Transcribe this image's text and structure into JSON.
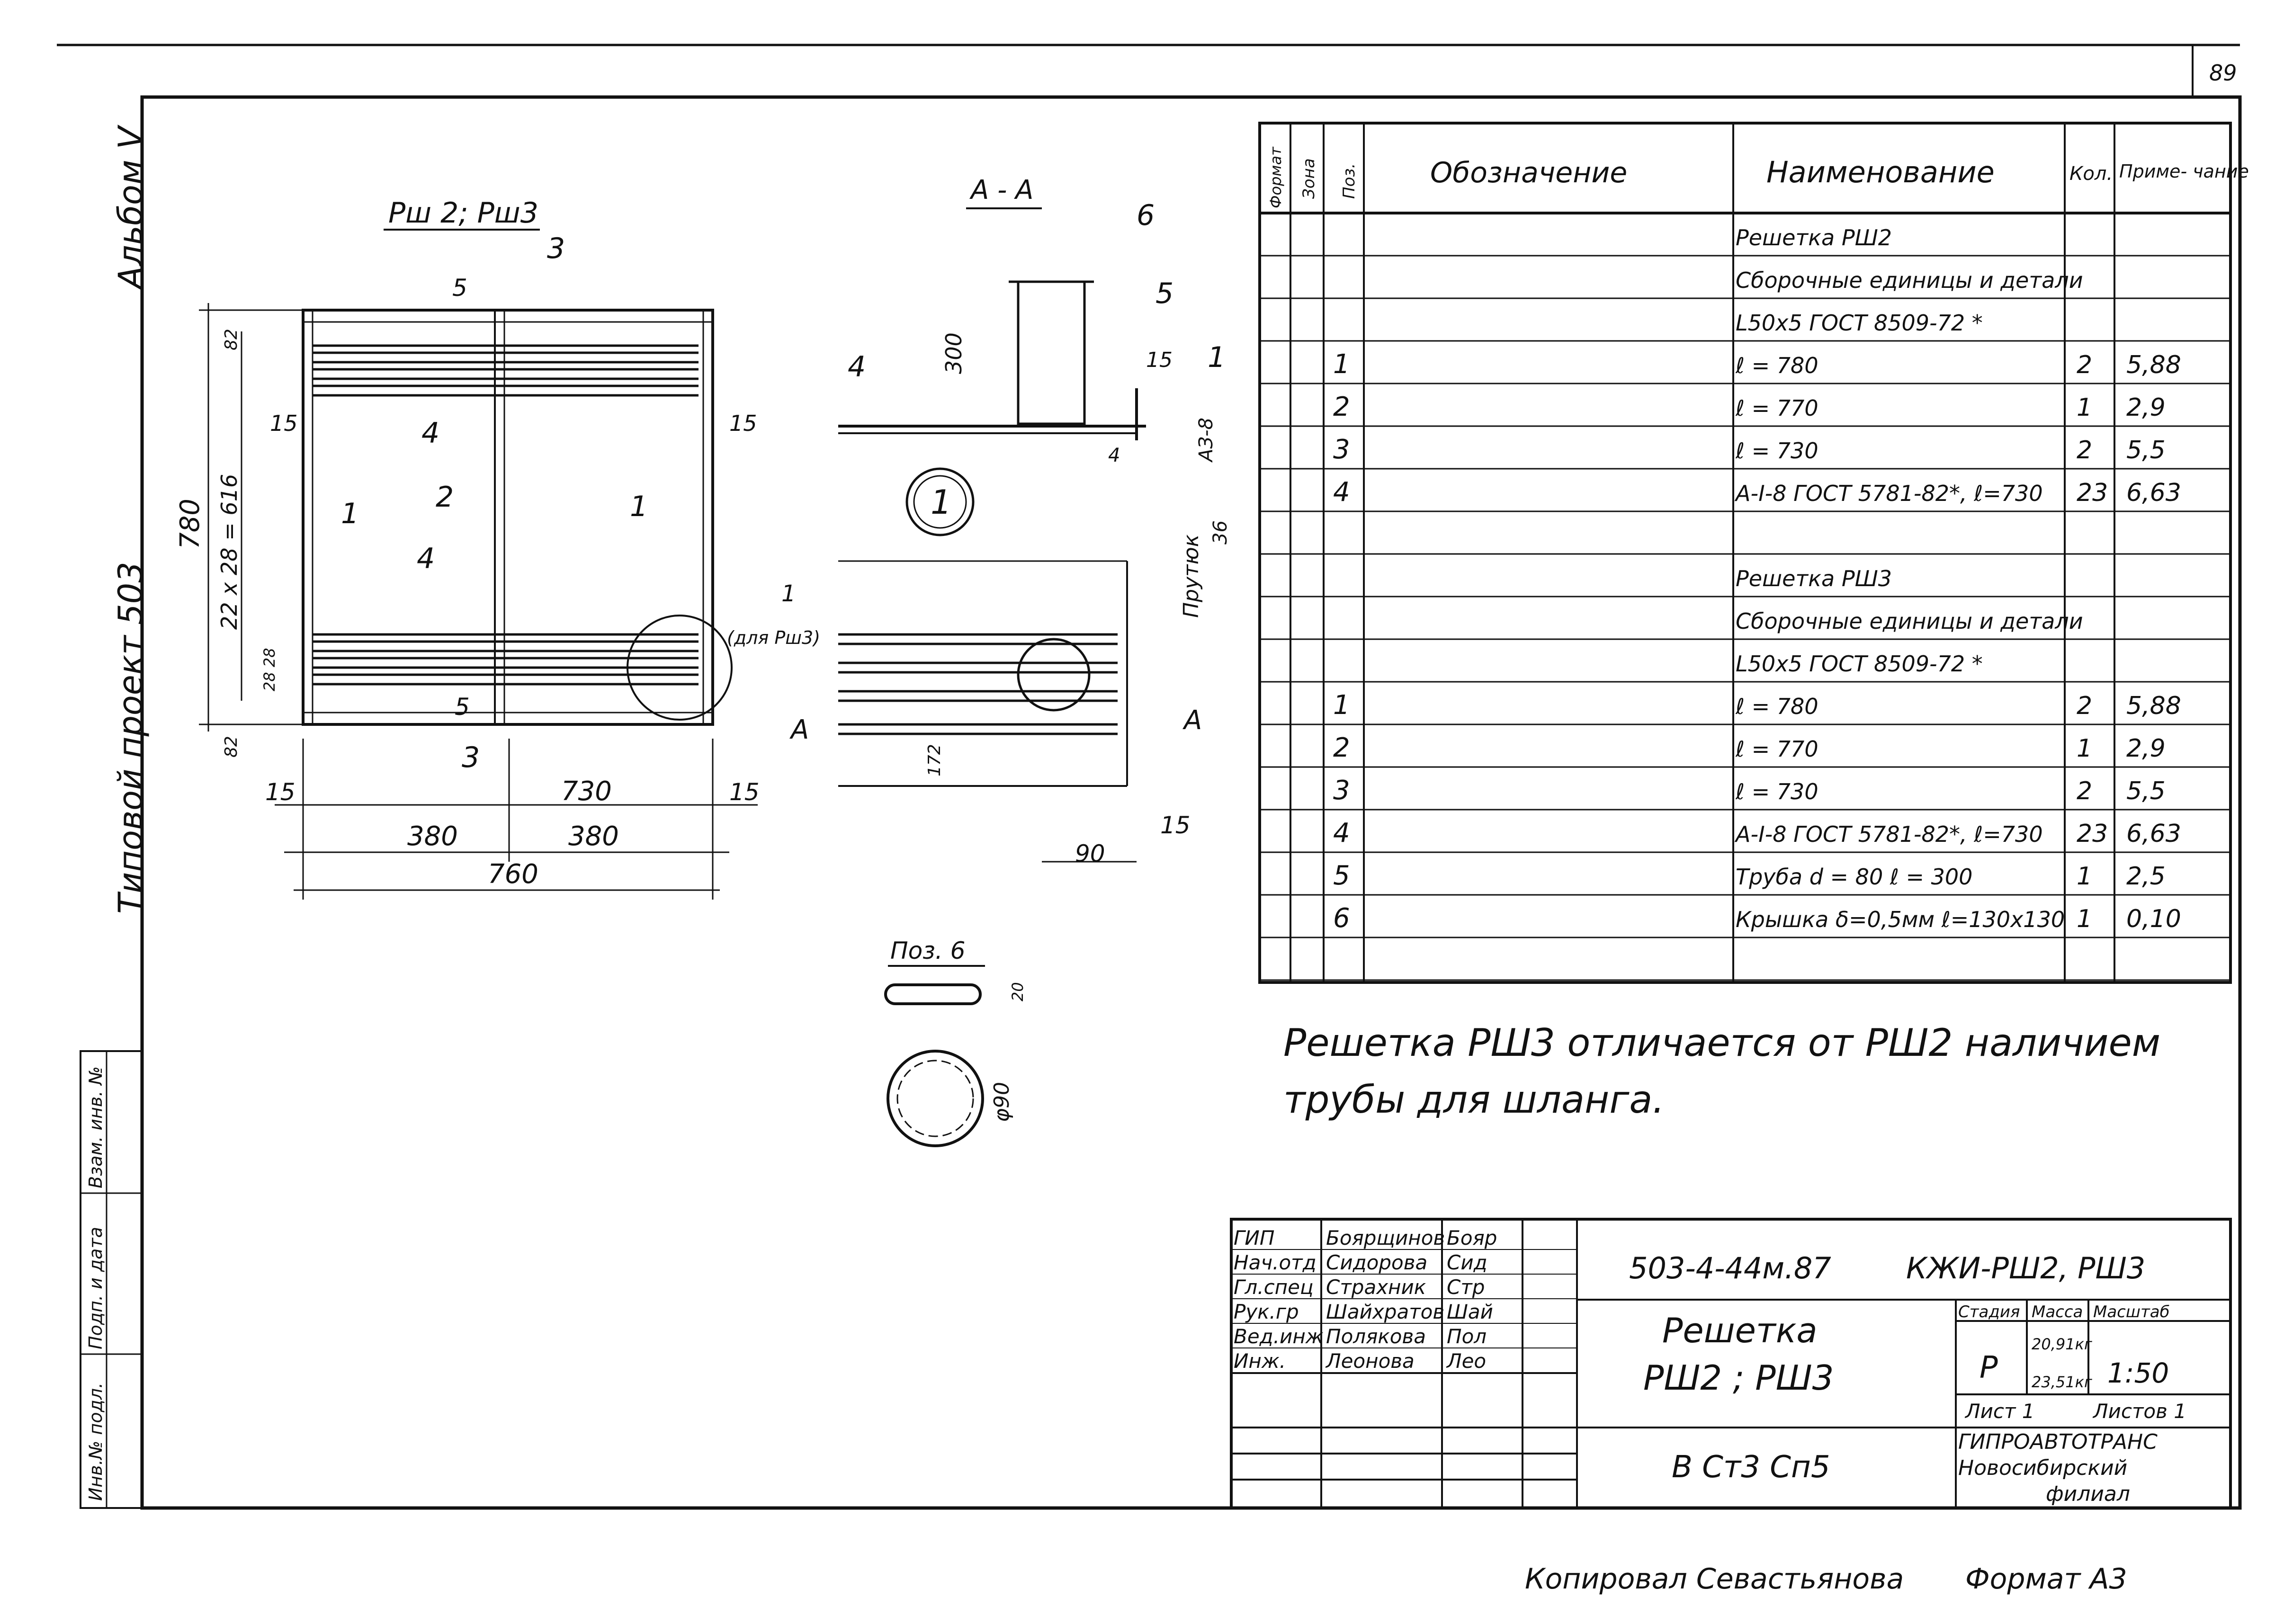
{
  "sheet_number": "89",
  "album_label": "Альбом V",
  "project_label": "Типовой проект 503",
  "plan_view": {
    "title": "Рш 2; Рш3",
    "dims": {
      "overall_height": "780",
      "bar_spacing": "22 х 28 = 616",
      "top_offset": "82",
      "bottom_offset": "82",
      "small_spacing": "28 28",
      "side_left": "15",
      "side_right": "15",
      "bottom_left": "15",
      "bottom_right": "15",
      "inner_width": "730",
      "half_left": "380",
      "half_right": "380",
      "overall_width": "760"
    },
    "position_labels": [
      "3",
      "5",
      "4",
      "1",
      "2",
      "1",
      "4",
      "5",
      "3"
    ]
  },
  "section_view": {
    "title": "А - А",
    "pos6": "6",
    "pos5": "5",
    "pos4": "4",
    "pos1": "1",
    "height_300": "300",
    "dim_15": "15",
    "dim_4": "4",
    "weld_label": "АЗ-8",
    "detail_number": "1",
    "side_label": "1",
    "side_label_note": "(для Рш3)",
    "rod_label": "Прутюк",
    "rod_dim": "36",
    "section_mark_left": "А",
    "section_mark_right": "А",
    "dim_172": "172",
    "dim_15b": "15",
    "dim_90": "90"
  },
  "pos6_view": {
    "title": "Поз. 6",
    "dim_20": "20",
    "dia": "φ90"
  },
  "spec_table": {
    "headers": [
      "Формат",
      "Зона",
      "Поз.",
      "Обозначение",
      "Наименование",
      "Кол.",
      "Приме- чание"
    ],
    "rows": [
      {
        "pos": "",
        "name": "Решетка РШ2",
        "qty": "",
        "note": ""
      },
      {
        "pos": "",
        "name": "Сборочные единицы и детали",
        "qty": "",
        "note": ""
      },
      {
        "pos": "",
        "name": "L50х5 ГОСТ 8509-72 *",
        "qty": "",
        "note": ""
      },
      {
        "pos": "1",
        "name": "ℓ = 780",
        "qty": "2",
        "note": "5,88"
      },
      {
        "pos": "2",
        "name": "ℓ = 770",
        "qty": "1",
        "note": "2,9"
      },
      {
        "pos": "3",
        "name": "ℓ = 730",
        "qty": "2",
        "note": "5,5"
      },
      {
        "pos": "4",
        "name": "А-I-8 ГОСТ 5781-82*, ℓ=730",
        "qty": "23",
        "note": "6,63"
      },
      {
        "pos": "",
        "name": "",
        "qty": "",
        "note": ""
      },
      {
        "pos": "",
        "name": "Решетка РШ3",
        "qty": "",
        "note": ""
      },
      {
        "pos": "",
        "name": "Сборочные единицы и детали",
        "qty": "",
        "note": ""
      },
      {
        "pos": "",
        "name": "L50х5 ГОСТ 8509-72 *",
        "qty": "",
        "note": ""
      },
      {
        "pos": "1",
        "name": "ℓ = 780",
        "qty": "2",
        "note": "5,88"
      },
      {
        "pos": "2",
        "name": "ℓ = 770",
        "qty": "1",
        "note": "2,9"
      },
      {
        "pos": "3",
        "name": "ℓ = 730",
        "qty": "2",
        "note": "5,5"
      },
      {
        "pos": "4",
        "name": "А-I-8 ГОСТ 5781-82*, ℓ=730",
        "qty": "23",
        "note": "6,63"
      },
      {
        "pos": "5",
        "name": "Труба d = 80 ℓ = 300",
        "qty": "1",
        "note": "2,5"
      },
      {
        "pos": "6",
        "name": "Крышка δ=0,5мм ℓ=130х130",
        "qty": "1",
        "note": "0,10"
      },
      {
        "pos": "",
        "name": "",
        "qty": "",
        "note": ""
      }
    ]
  },
  "note": {
    "line1": "Решетка РШ3 отличается от РШ2 наличием",
    "line2": "трубы для шланга."
  },
  "side_stamp": [
    "Инв.№ подл.",
    "Подп. и дата",
    "Взам. инв. №"
  ],
  "title_block": {
    "signers": [
      {
        "role": "ГИП",
        "name": "Боярщинов",
        "sign": "Бояр"
      },
      {
        "role": "Нач.отд",
        "name": "Сидорова",
        "sign": "Сид"
      },
      {
        "role": "Гл.спец",
        "name": "Страхник",
        "sign": "Стр"
      },
      {
        "role": "Рук.гр",
        "name": "Шайхратов",
        "sign": "Шай"
      },
      {
        "role": "Вед.инж",
        "name": "Полякова",
        "sign": "Пол"
      },
      {
        "role": "Инж.",
        "name": "Леонова",
        "sign": "Лео"
      }
    ],
    "project_code": "503-4-44м.87",
    "doc_code": "КЖИ-РШ2, РШ3",
    "title1": "Решетка",
    "title2": "РШ2 ; РШ3",
    "stage_header": "Стадия",
    "mass_header": "Масса",
    "scale_header": "Масштаб",
    "stage": "Р",
    "mass1": "20,91кг",
    "mass2": "23,51кг",
    "scale": "1:50",
    "sheet_label": "Лист 1",
    "sheets_label": "Листов 1",
    "material": "В Ст3 Сп5",
    "org1": "ГИПРОАВТОТРАНС",
    "org2": "Новосибирский",
    "org3": "филиал"
  },
  "footer": {
    "copied": "Копировал Севастьянова",
    "format": "Формат А3"
  }
}
